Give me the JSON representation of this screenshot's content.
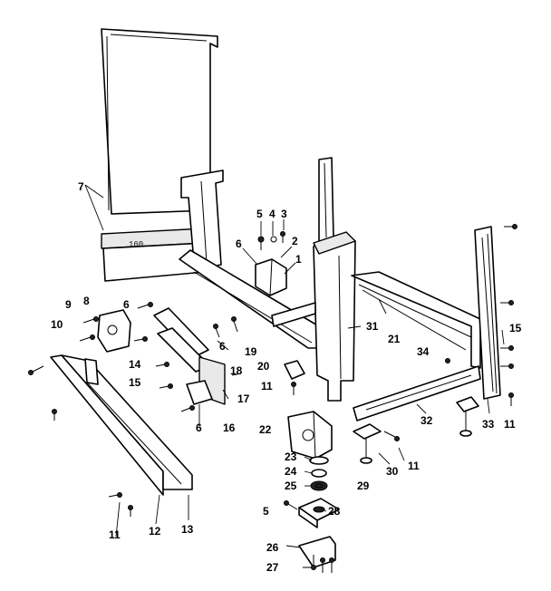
{
  "panel_stamp": "160",
  "callouts": [
    {
      "id": "c7",
      "text": "7"
    },
    {
      "id": "c5a",
      "text": "5"
    },
    {
      "id": "c4",
      "text": "4"
    },
    {
      "id": "c3",
      "text": "3"
    },
    {
      "id": "c6a",
      "text": "6"
    },
    {
      "id": "c2",
      "text": "2"
    },
    {
      "id": "c1",
      "text": "1"
    },
    {
      "id": "c9",
      "text": "9"
    },
    {
      "id": "c8",
      "text": "8"
    },
    {
      "id": "c6b",
      "text": "6"
    },
    {
      "id": "c10",
      "text": "10"
    },
    {
      "id": "c14",
      "text": "14"
    },
    {
      "id": "c15a",
      "text": "15"
    },
    {
      "id": "c6c",
      "text": "6"
    },
    {
      "id": "c19",
      "text": "19"
    },
    {
      "id": "c18",
      "text": "18"
    },
    {
      "id": "c17",
      "text": "17"
    },
    {
      "id": "c16",
      "text": "16"
    },
    {
      "id": "c6d",
      "text": "6"
    },
    {
      "id": "c31",
      "text": "31"
    },
    {
      "id": "c21",
      "text": "21"
    },
    {
      "id": "c20",
      "text": "20"
    },
    {
      "id": "c11a",
      "text": "11"
    },
    {
      "id": "c34",
      "text": "34"
    },
    {
      "id": "c15b",
      "text": "15"
    },
    {
      "id": "c33",
      "text": "33"
    },
    {
      "id": "c11b",
      "text": "11"
    },
    {
      "id": "c32",
      "text": "32"
    },
    {
      "id": "c22",
      "text": "22"
    },
    {
      "id": "c23",
      "text": "23"
    },
    {
      "id": "c24",
      "text": "24"
    },
    {
      "id": "c25",
      "text": "25"
    },
    {
      "id": "c30",
      "text": "30"
    },
    {
      "id": "c11c",
      "text": "11"
    },
    {
      "id": "c29",
      "text": "29"
    },
    {
      "id": "c5b",
      "text": "5"
    },
    {
      "id": "c28",
      "text": "28"
    },
    {
      "id": "c26",
      "text": "26"
    },
    {
      "id": "c27",
      "text": "27"
    },
    {
      "id": "c11d",
      "text": "11"
    },
    {
      "id": "c12",
      "text": "12"
    },
    {
      "id": "c13",
      "text": "13"
    }
  ]
}
